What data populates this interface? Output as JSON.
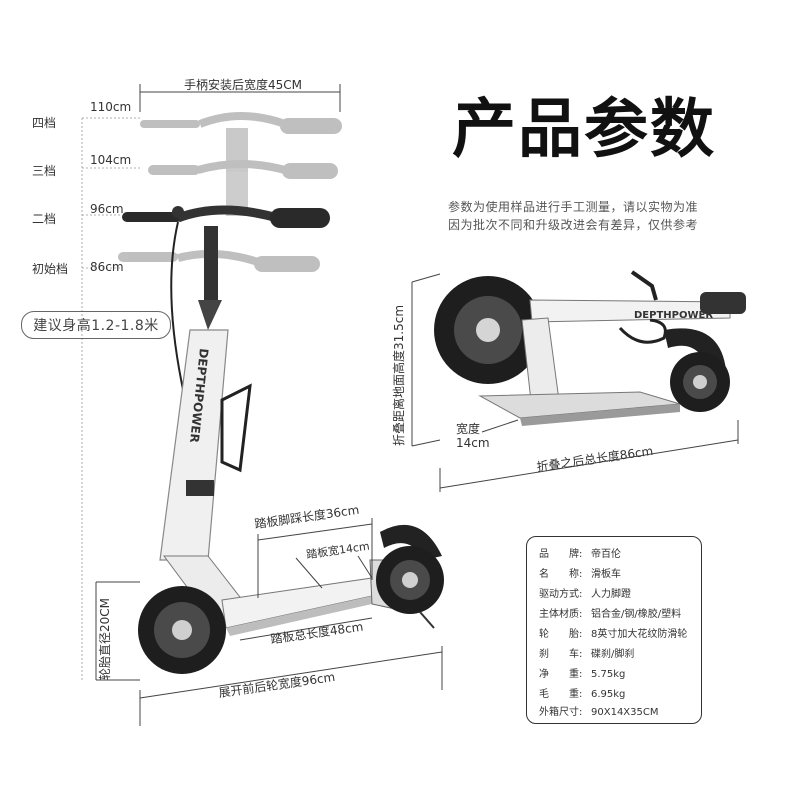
{
  "title": "产品参数",
  "note_line1": "参数为使用样品进行手工测量，请以实物为准",
  "note_line2": "因为批次不同和升级改进会有差异，仅供参考",
  "handle_width_label": "手柄安装后宽度45CM",
  "height_levels": [
    {
      "name": "四档",
      "value": "110cm"
    },
    {
      "name": "三档",
      "value": "104cm"
    },
    {
      "name": "二档",
      "value": "96cm"
    },
    {
      "name": "初始档",
      "value": "86cm"
    }
  ],
  "recommended_height": "建议身高1.2-1.8米",
  "brand_text": "DEPTHPOWER",
  "deck_foot_length": "踏板脚踩长度36cm",
  "deck_width": "踏板宽14cm",
  "deck_total_length": "踏板总长度48cm",
  "wheel_diameter": "轮胎直径20CM",
  "unfolded_length": "展开前后轮宽度96cm",
  "folded_height": "折叠距离地面高度31.5cm",
  "folded_width_label": "宽度",
  "folded_width_value": "14cm",
  "folded_length": "折叠之后总长度86cm",
  "specs": [
    {
      "k": "品　　牌:",
      "v": "帝百伦"
    },
    {
      "k": "名　　称:",
      "v": "滑板车"
    },
    {
      "k": "驱动方式:",
      "v": "人力脚蹬"
    },
    {
      "k": "主体材质:",
      "v": "铝合金/钢/橡胶/塑料"
    },
    {
      "k": "轮　　胎:",
      "v": "8英寸加大花纹防滑轮"
    },
    {
      "k": "刹　　车:",
      "v": "碟刹/脚刹"
    },
    {
      "k": "净　　重:",
      "v": "5.75kg"
    },
    {
      "k": "毛　　重:",
      "v": "6.95kg"
    },
    {
      "k": "外箱尺寸:",
      "v": "90X14X35CM"
    }
  ],
  "colors": {
    "frame": "#e9e9e9",
    "tire": "#1e1e1e",
    "line": "#444444",
    "ghost": "#a8a8a8"
  }
}
